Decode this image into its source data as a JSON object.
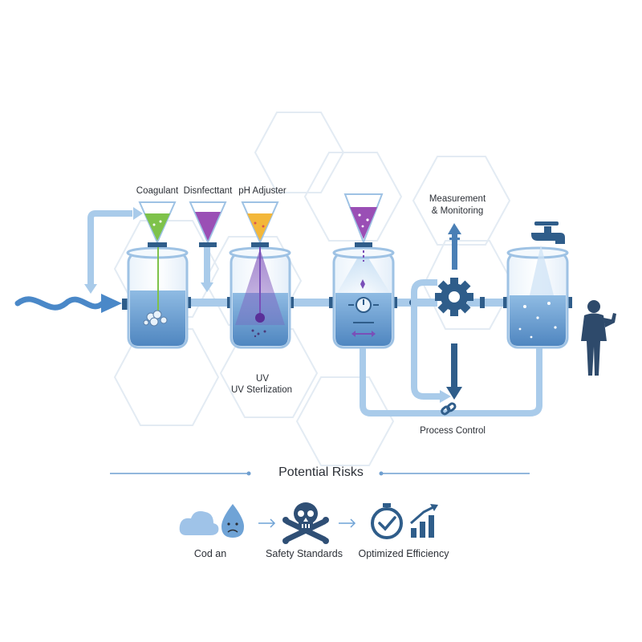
{
  "labels": {
    "coagulant": "Coagulant",
    "disinfectant": "Disnfecttant",
    "ph_adjuster": "pH Adjuster",
    "measurement_line1": "Measurement",
    "measurement_line2": "& Monitoring",
    "uv_line1": "UV",
    "uv_line2": "UV Sterlization",
    "process_control": "Process Control"
  },
  "risks": {
    "title": "Potential Risks",
    "items": [
      {
        "label": "Cod an",
        "icon": "cloud-sad-drop-icon"
      },
      {
        "label": "Safety Standards",
        "icon": "skull-crossbones-icon"
      },
      {
        "label": "Optimized Efficiency",
        "icon": "stopwatch-chart-icon"
      }
    ]
  },
  "colors": {
    "water": "#6fa3d6",
    "pipe": "#a9cbea",
    "dark_blue": "#2f5d8a",
    "coagulant": "#7ec24a",
    "disinfectant": "#9a4fb5",
    "ph_adjuster": "#f3b73a",
    "uv_purple": "#7a4fb8",
    "person": "#2e4a6b"
  }
}
